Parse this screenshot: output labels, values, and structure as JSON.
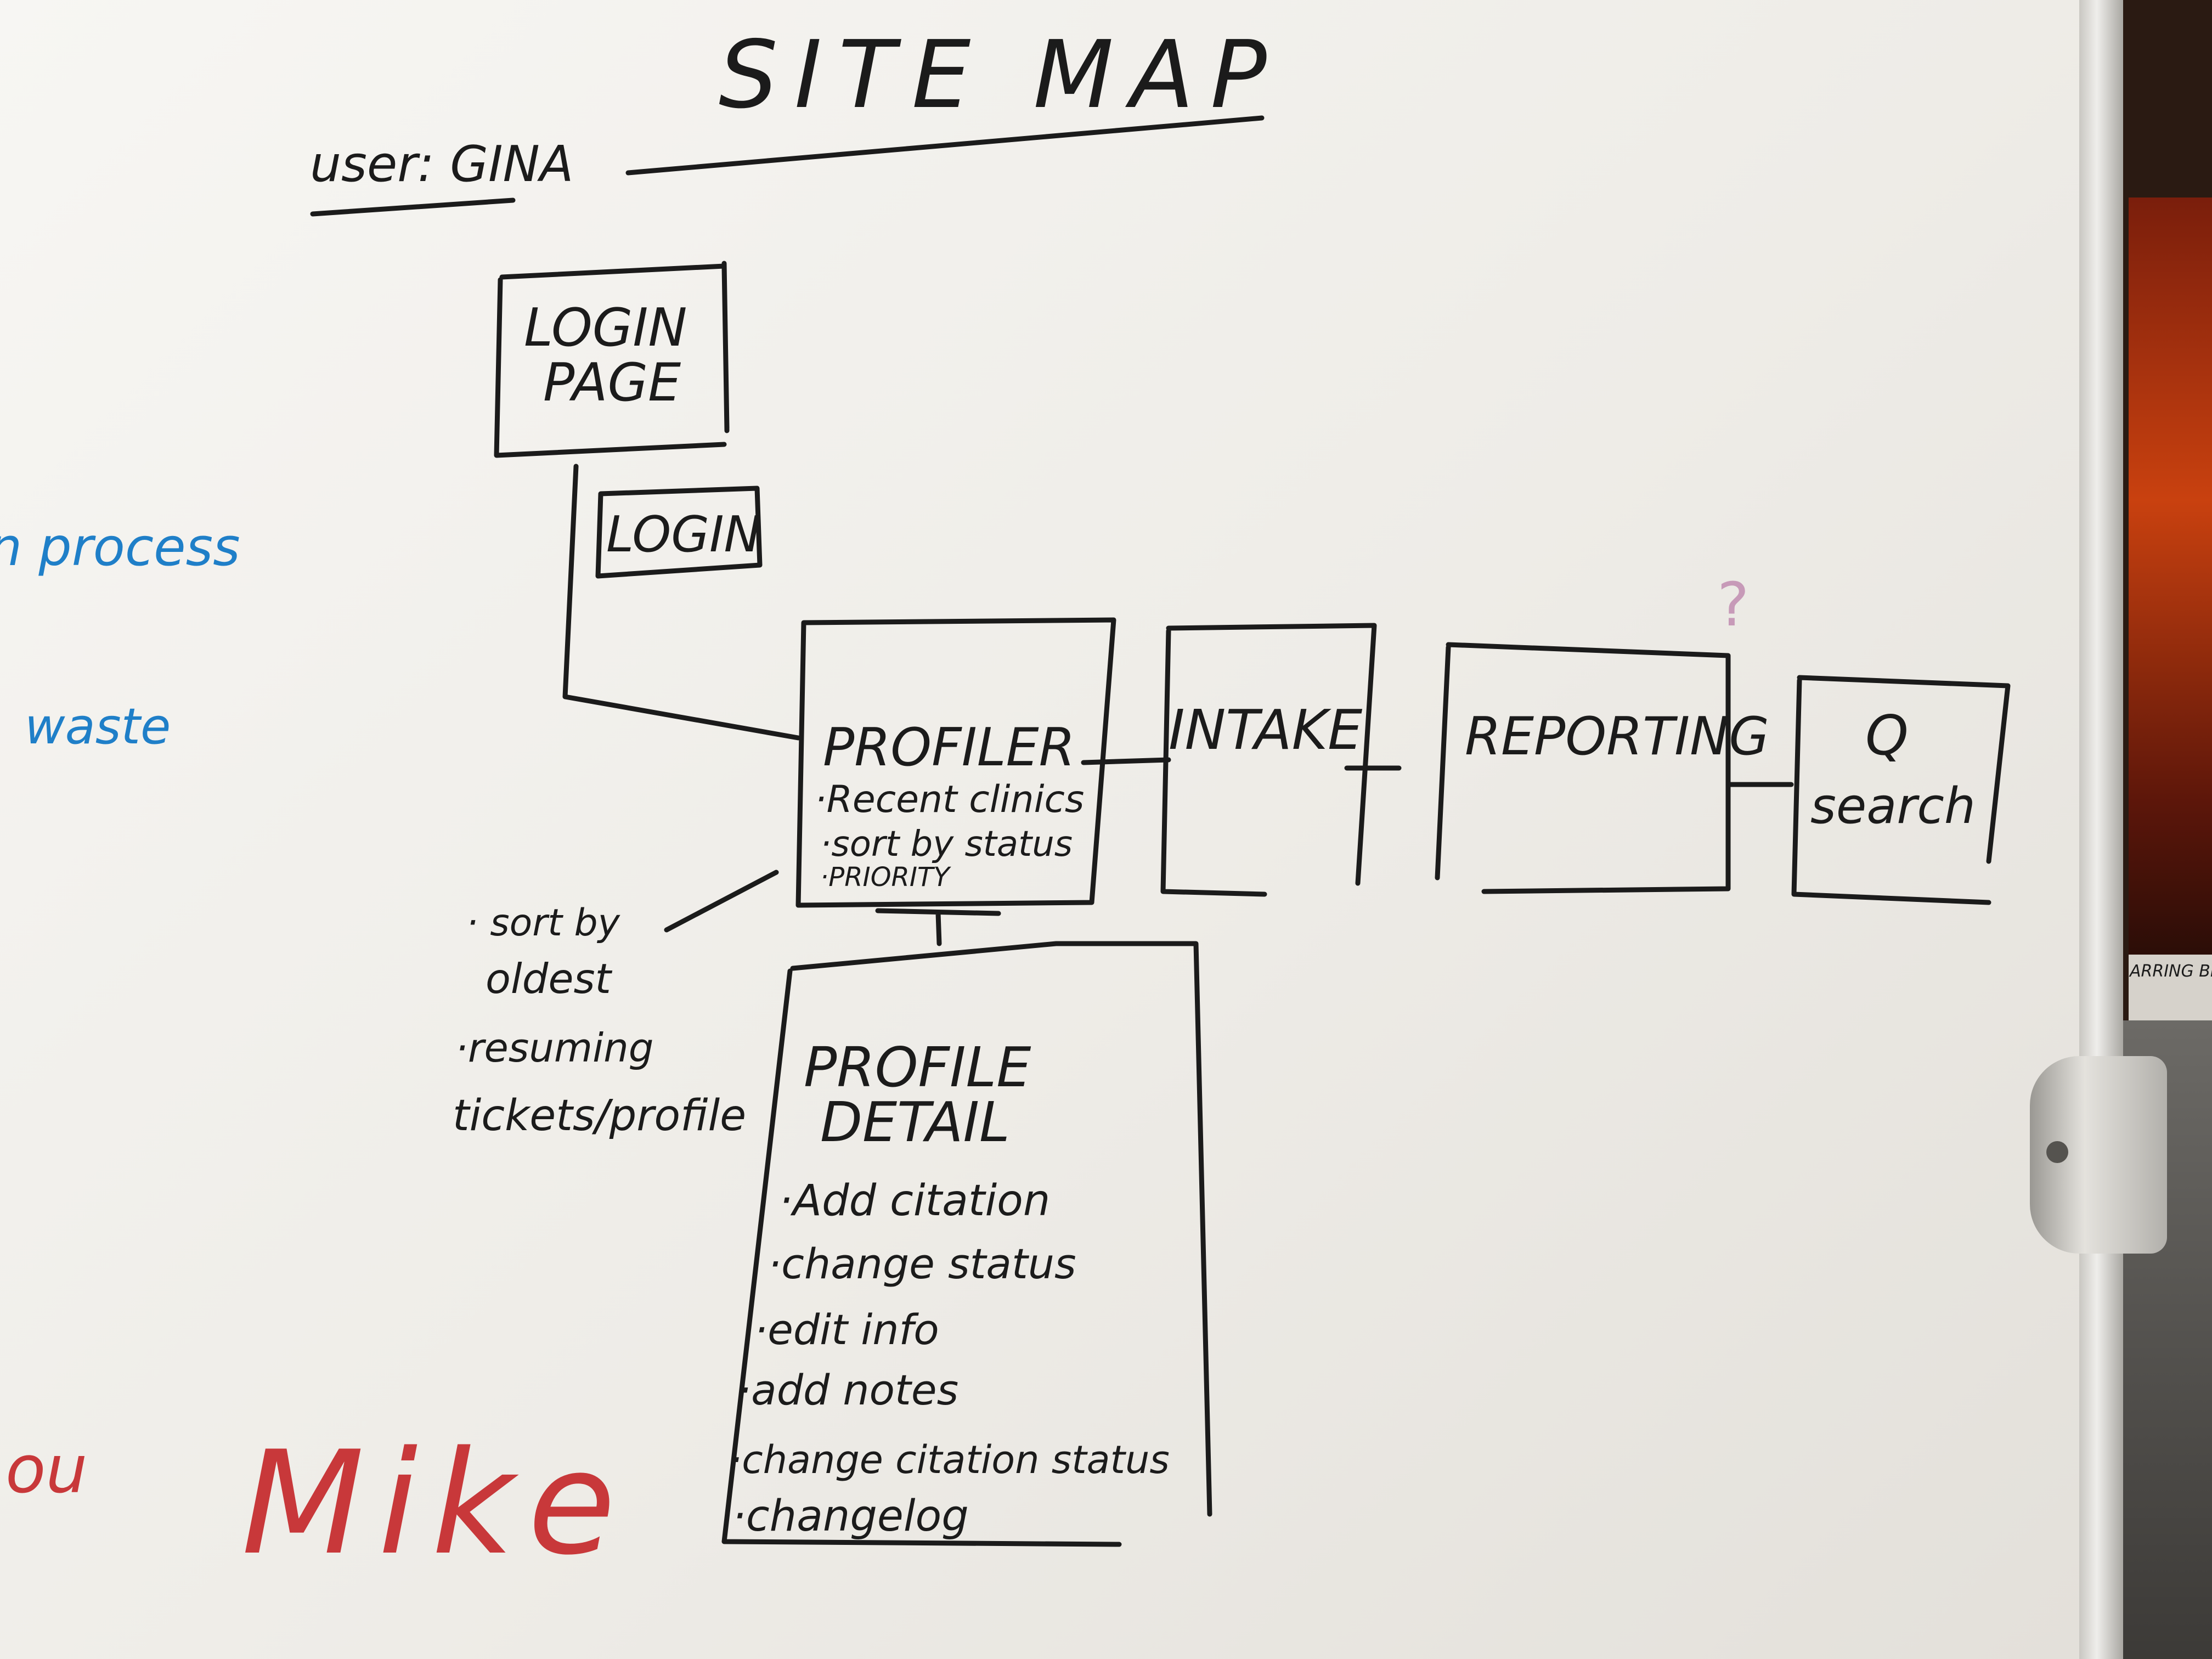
{
  "title": "SITE MAP",
  "user_label": "user: GINA",
  "nodes": {
    "login_page": {
      "line1": "LOGIN",
      "line2": "PAGE"
    },
    "login_button": "LOGIN",
    "profiler": {
      "title": "PROFILER",
      "items": [
        "·Recent clinics",
        "·sort by status",
        "·PRIORITY"
      ]
    },
    "intake": "INTAKE",
    "reporting": "REPORTING",
    "search": {
      "icon": "Q",
      "label": "search"
    },
    "profile_detail": {
      "line1": "PROFILE",
      "line2": "DETAIL",
      "items": [
        "·Add citation",
        "·change status",
        "·edit info",
        "·add notes",
        "·change citation status",
        "·changelog"
      ]
    }
  },
  "side_note": [
    "· sort by",
    "oldest",
    "·resuming",
    "tickets/profile"
  ],
  "question_mark": "?",
  "left_fragments": [
    "n process",
    "waste",
    "ou"
  ],
  "signature": "Mike",
  "wall_fragment": "ARRING BIL",
  "colors": {
    "ink": "#1b1b1b",
    "blue_marker": "#1f7fc8",
    "red_marker": "#c8383a",
    "pink_marker": "#c79ab8"
  }
}
